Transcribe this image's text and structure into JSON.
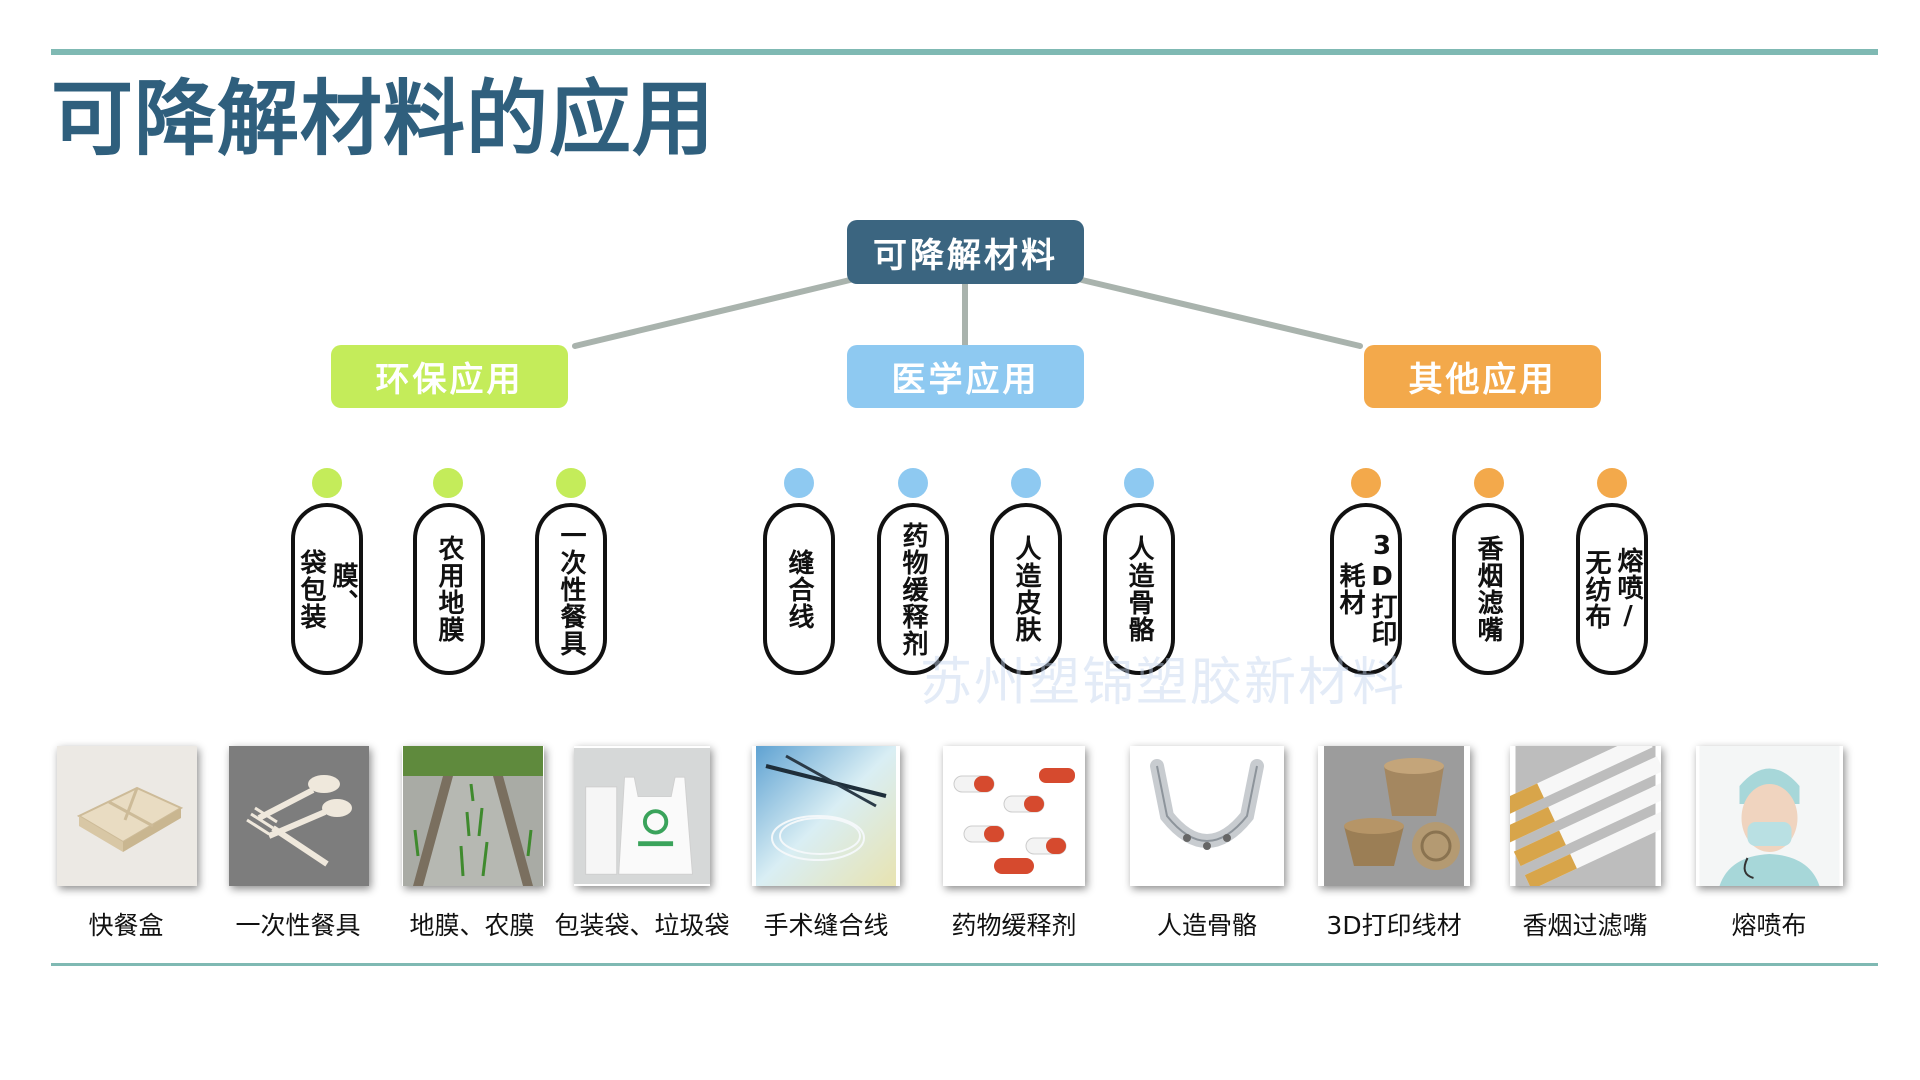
{
  "title": "可降解材料的应用",
  "root": {
    "label": "可降解材料"
  },
  "categories": [
    {
      "label": "环保应用",
      "color": "#c4ec5a"
    },
    {
      "label": "医学应用",
      "color": "#8ec9f1"
    },
    {
      "label": "其他应用",
      "color": "#f3a94b"
    }
  ],
  "pills": [
    {
      "lines": [
        "膜、",
        "袋包装"
      ],
      "category": 0
    },
    {
      "lines": [
        "农用地膜"
      ],
      "category": 0
    },
    {
      "lines": [
        "一次性餐具"
      ],
      "category": 0
    },
    {
      "lines": [
        "缝合线"
      ],
      "category": 1
    },
    {
      "lines": [
        "药物缓释剂"
      ],
      "category": 1
    },
    {
      "lines": [
        "人造皮肤"
      ],
      "category": 1
    },
    {
      "lines": [
        "人造骨骼"
      ],
      "category": 1
    },
    {
      "lines": [
        "3D打印",
        "耗材"
      ],
      "category": 2
    },
    {
      "lines": [
        "香烟滤嘴"
      ],
      "category": 2
    },
    {
      "lines": [
        "熔喷/",
        "无纺布"
      ],
      "category": 2
    }
  ],
  "watermark": "苏州塑锦塑胶新材料",
  "images": [
    {
      "caption": "快餐盒",
      "icon": "food-box-photo"
    },
    {
      "caption": "一次性餐具",
      "icon": "cutlery-photo"
    },
    {
      "caption": "地膜、农膜",
      "icon": "field-mulch-photo"
    },
    {
      "caption": "包装袋、垃圾袋",
      "icon": "bag-photo"
    },
    {
      "caption": "手术缝合线",
      "icon": "suture-photo"
    },
    {
      "caption": "药物缓释剂",
      "icon": "capsule-photo"
    },
    {
      "caption": "人造骨骼",
      "icon": "jaw-bone-photo"
    },
    {
      "caption": "3D打印线材",
      "icon": "printed-bowls-photo"
    },
    {
      "caption": "香烟过滤嘴",
      "icon": "cigarette-photo"
    },
    {
      "caption": "熔喷布",
      "icon": "mask-doctor-photo"
    }
  ],
  "colors": {
    "title": "#2f5f7d",
    "rule": "#7fb9b3",
    "root_box": "#3b6580",
    "connector": "#a9b3ad"
  }
}
